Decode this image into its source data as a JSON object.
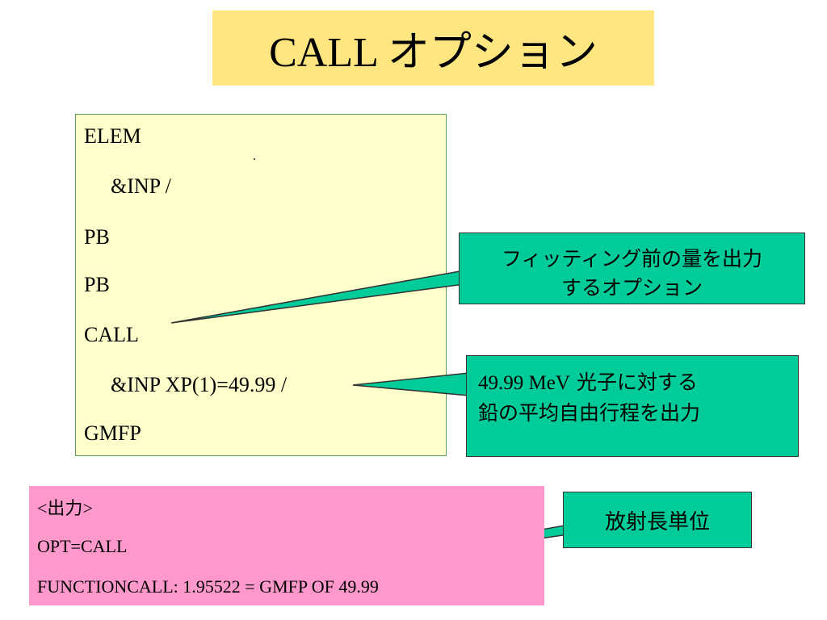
{
  "slide": {
    "title": "CALL オプション"
  },
  "code_lines": [
    "ELEM",
    "&INP /",
    "PB",
    "PB",
    "CALL",
    "&INP  XP(1)=49.99 /",
    "GMFP"
  ],
  "callouts": {
    "pre_fit": {
      "line1": "フィッティング前の量を出力",
      "line2": "するオプション"
    },
    "mean_free_path": {
      "line1_value": "49.99 MeV",
      "line1_text": " 光子に対する",
      "line2": "鉛の平均自由行程を出力"
    },
    "radiation_length": {
      "text": "放射長単位"
    }
  },
  "output": {
    "header_open": "<",
    "header_word": "出力",
    "header_close": ">",
    "opt_line": "OPT=CALL",
    "result_line": "FUNCTIONCALL:  1.95522  = GMFP  OF 49.99"
  },
  "colors": {
    "title_bg": "#ffe680",
    "code_bg": "#ffffcc",
    "callout_bg": "#00cc99",
    "output_bg": "#ff99cc"
  }
}
